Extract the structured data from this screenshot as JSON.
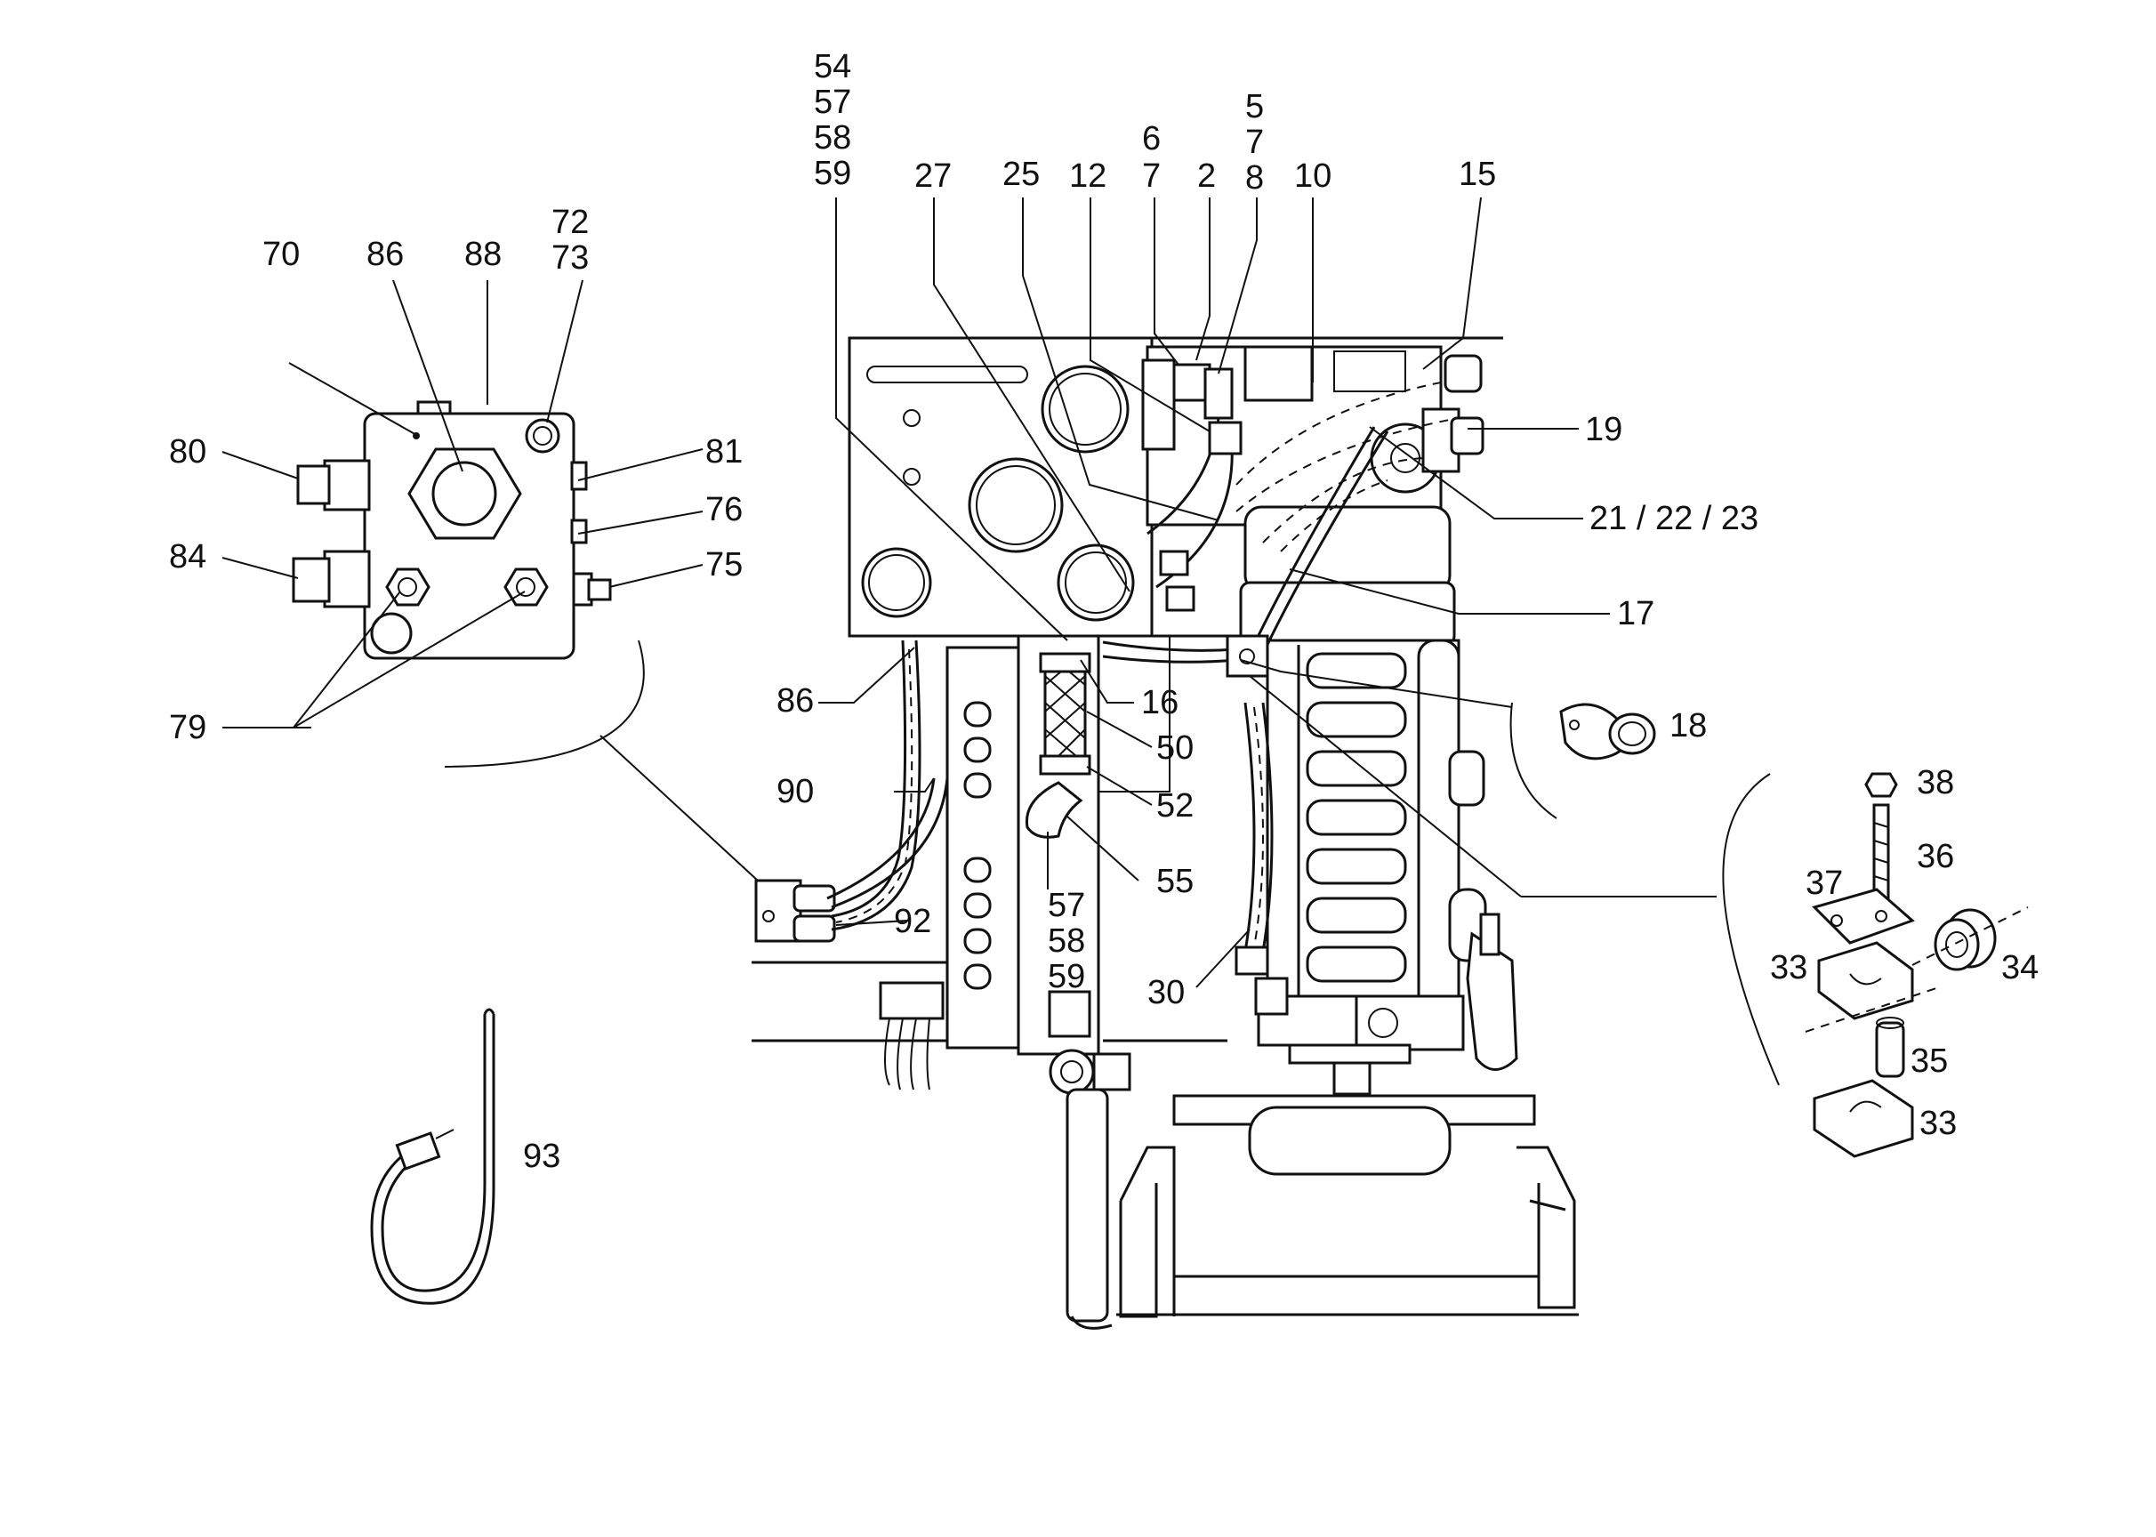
{
  "labels": {
    "top_stack_54": "54",
    "top_stack_57": "57",
    "top_stack_58": "58",
    "top_stack_59": "59",
    "l5": "5",
    "l7a": "7",
    "l8": "8",
    "l6": "6",
    "l7b": "7",
    "l2": "2",
    "l27": "27",
    "l25": "25",
    "l12": "12",
    "l10": "10",
    "l15": "15",
    "l72": "72",
    "l73": "73",
    "l70": "70",
    "l86a": "86",
    "l88": "88",
    "l80": "80",
    "l81": "81",
    "l76": "76",
    "l84": "84",
    "l75": "75",
    "l79": "79",
    "l19": "19",
    "l21_22_23": "21 / 22 / 23",
    "l17": "17",
    "l18": "18",
    "l86b": "86",
    "l16": "16",
    "l50": "50",
    "l90": "90",
    "l52": "52",
    "l55": "55",
    "l57b": "57",
    "l58b": "58",
    "l59b": "59",
    "l92": "92",
    "l30": "30",
    "l38": "38",
    "l36": "36",
    "l37": "37",
    "l34": "34",
    "l33a": "33",
    "l35": "35",
    "l33b": "33",
    "l93": "93"
  }
}
